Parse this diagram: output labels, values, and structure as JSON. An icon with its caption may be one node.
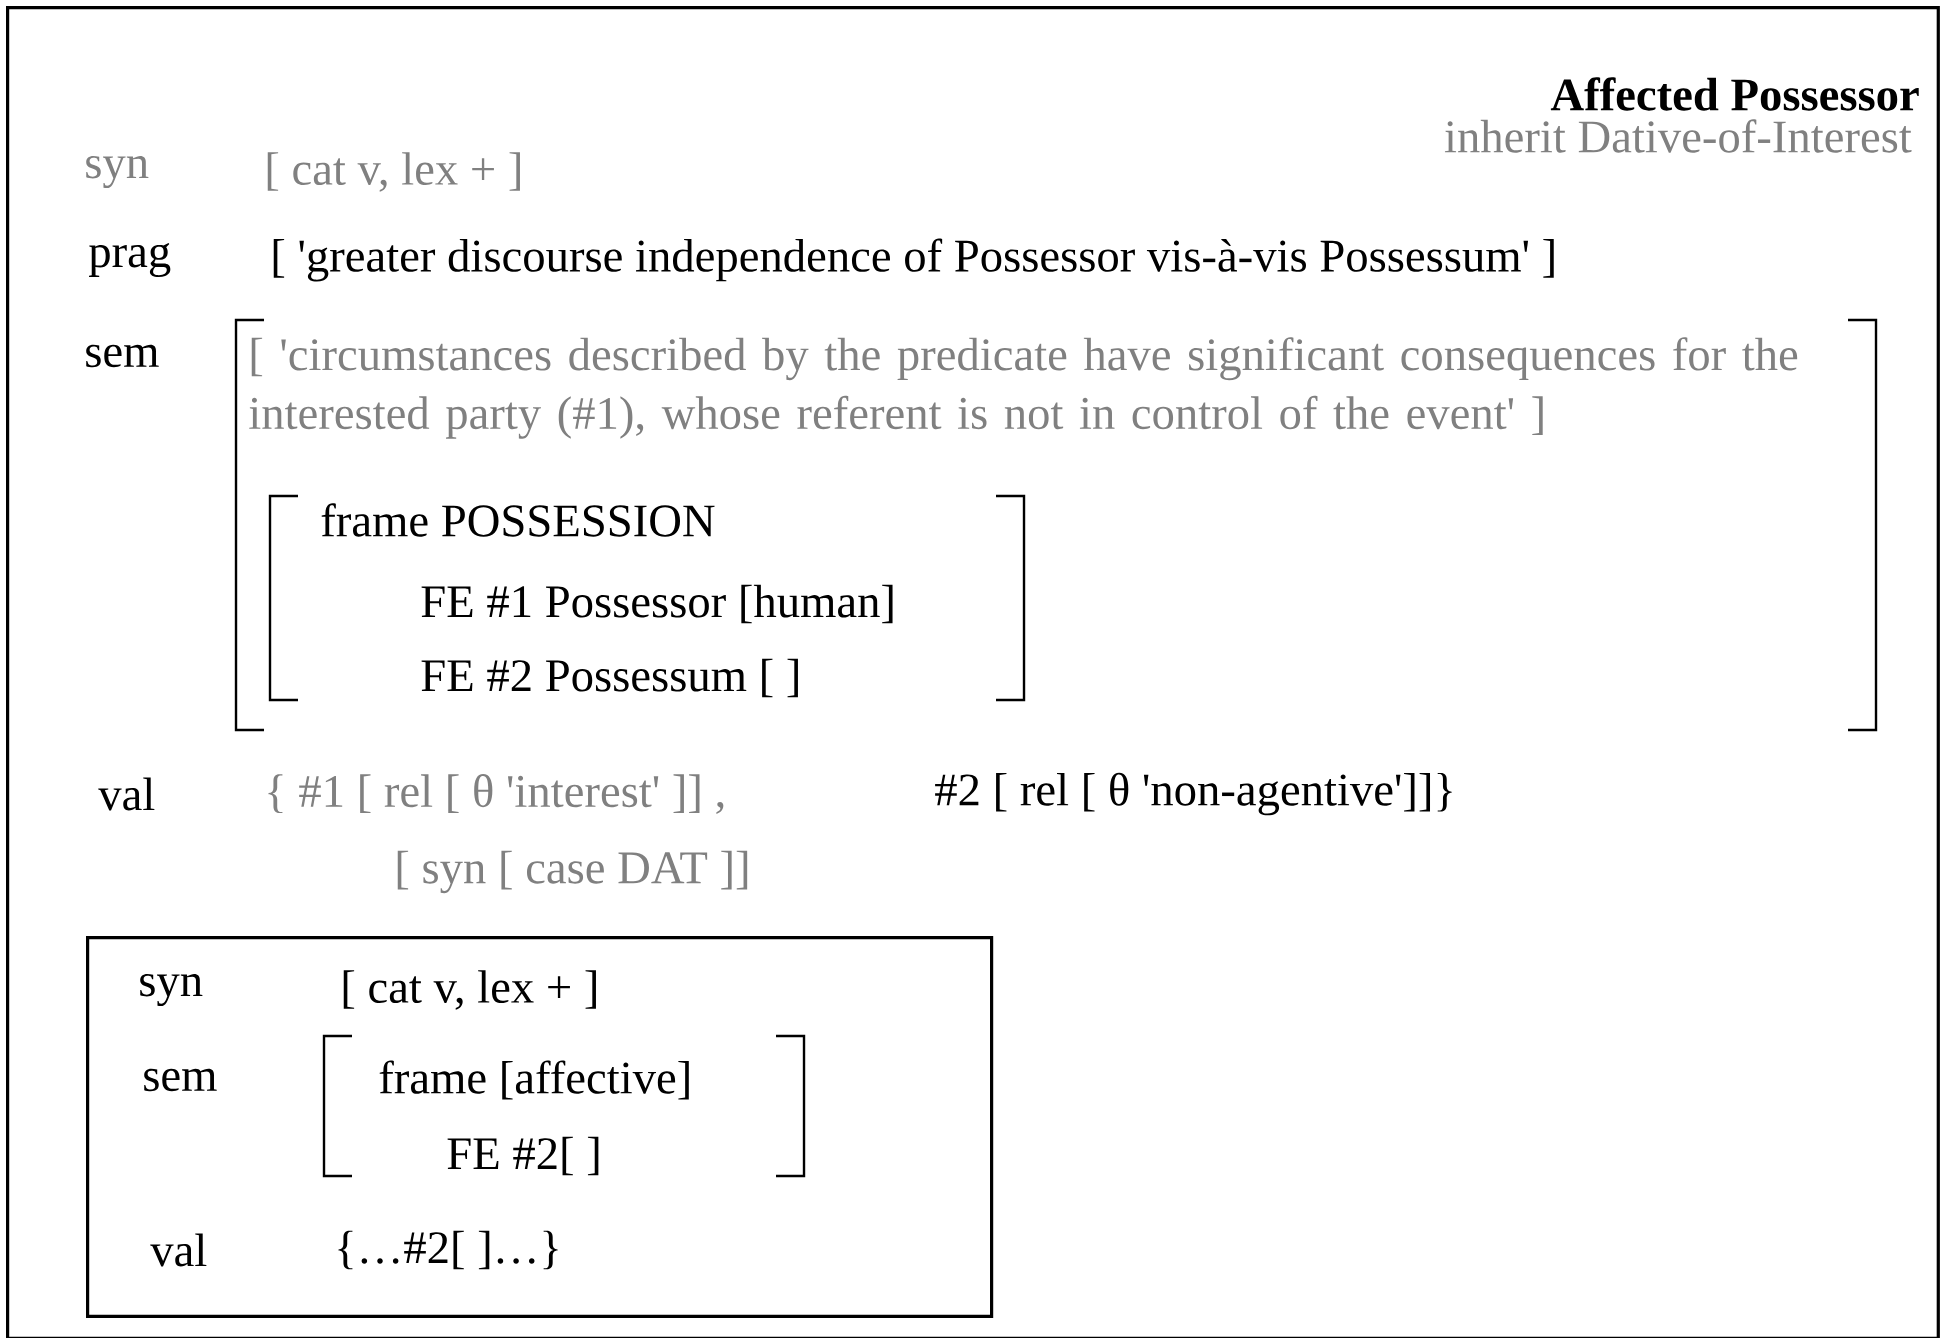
{
  "diagram": {
    "nodes": [
      {
        "text": [
          "Affected Possessor"
        ]
      },
      {
        "text": [
          "syn",
          "[ cat  v, lex + ]",
          "sem",
          "frame  [affective]",
          "FE   #2[ ]",
          "val",
          "{…#2[  ]…}"
        ],
        "in": 0
      }
    ],
    "labels": [
      "inherit  Dative-of-Interest",
      "syn",
      "[ cat  v, lex + ]",
      "prag",
      "[ 'greater discourse independence of Possessor vis-à-vis Possessum' ]",
      "sem",
      "[ 'circumstances described by the predicate have significant consequences for the interested party (#1), whose referent is not in control of the event' ]",
      "frame  POSSESSION",
      "FE  #1 Possessor  [human]",
      "FE  #2 Possessum [ ]",
      "val",
      "{ #1   [ rel  [ θ  'interest' ]]   ,",
      "#2 [ rel  [ θ  'non-agentive']]}",
      "[ syn  [ case  DAT ]]"
    ]
  }
}
